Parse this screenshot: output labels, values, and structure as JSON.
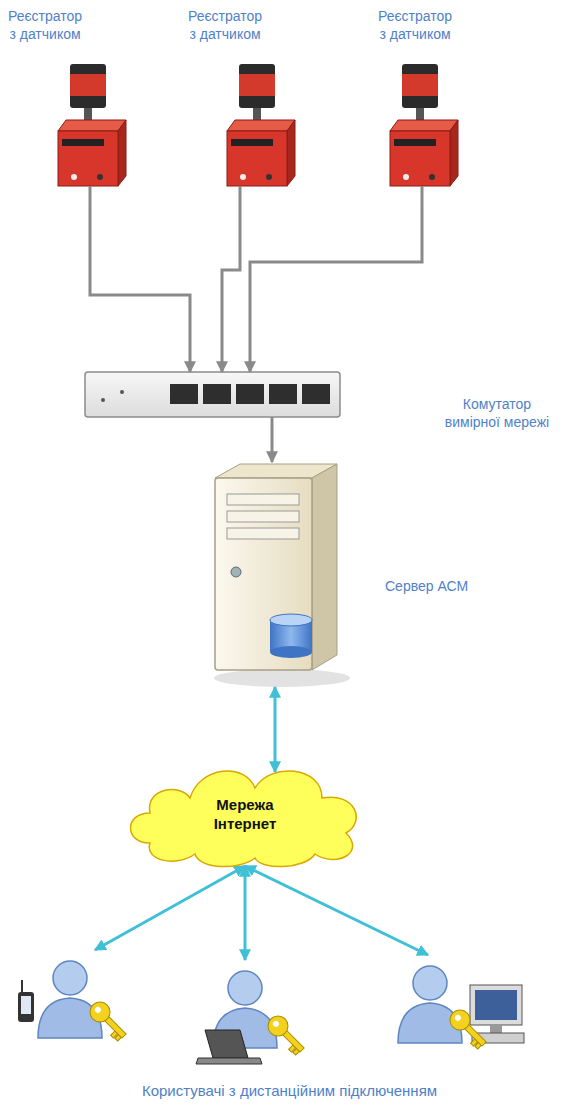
{
  "diagram": {
    "nodes": [
      {
        "text": [
          "Реєстратор з датчиком"
        ]
      },
      {
        "text": [
          "Реєстратор з датчиком"
        ]
      },
      {
        "text": [
          "Реєстратор з датчиком"
        ]
      },
      {
        "text": [
          "Комутатор вимірної мережі"
        ]
      },
      {
        "text": [
          "Сервер АСМ"
        ]
      },
      {
        "text": [
          "Мережа Інтернет"
        ]
      },
      {
        "text": []
      },
      {
        "text": []
      },
      {
        "text": []
      }
    ],
    "edges": [
      {
        "from": 0,
        "to": 3,
        "arrow": "to"
      },
      {
        "from": 1,
        "to": 3,
        "arrow": "to"
      },
      {
        "from": 2,
        "to": 3,
        "arrow": "to"
      },
      {
        "from": 3,
        "to": 4,
        "arrow": "to"
      },
      {
        "from": 4,
        "to": 5,
        "arrow": "both"
      },
      {
        "from": 5,
        "to": 6,
        "arrow": "both"
      },
      {
        "from": 5,
        "to": 7,
        "arrow": "both"
      },
      {
        "from": 5,
        "to": 8,
        "arrow": "both"
      }
    ],
    "labels": [
      "Користувачі з дистанційним підключенням"
    ]
  }
}
